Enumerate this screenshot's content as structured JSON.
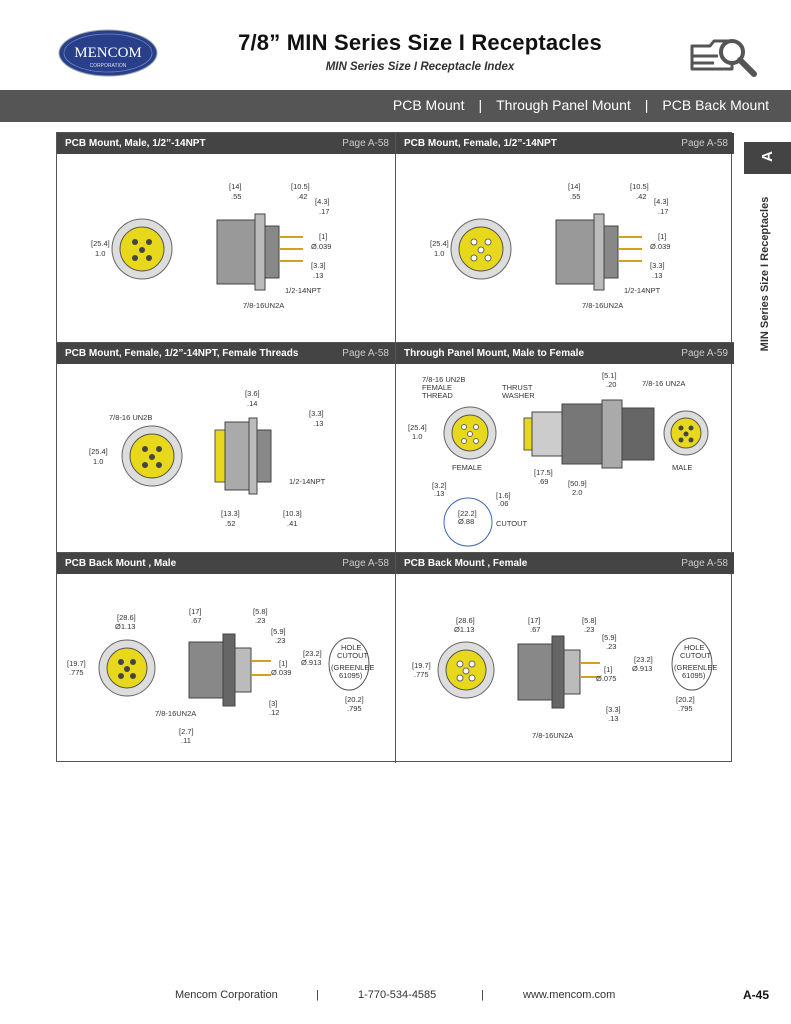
{
  "header": {
    "logo_text": "MENCOM",
    "logo_subtext": "CORPORATION",
    "title": "7/8” MIN Series Size I Receptacles",
    "subtitle": "MIN Series Size I Receptacle Index"
  },
  "nav": {
    "items": [
      "PCB Mount",
      "Through Panel Mount",
      "PCB Back Mount"
    ],
    "separator": "|"
  },
  "side_tab": {
    "letter": "A",
    "label": "MIN Series Size I Receptacles"
  },
  "cells": [
    {
      "title": "PCB Mount, Male,  1/2”-14NPT",
      "page": "Page A-58",
      "labels": [
        "[14]",
        ".55",
        "[10.5]",
        ".42",
        "[4.3]",
        ".17",
        "[25.4]",
        "1.0",
        "[1]",
        "Ø.039",
        "[3.3]",
        ".13",
        "1/2-14NPT",
        "7/8-16UN2A"
      ]
    },
    {
      "title": "PCB Mount, Female,  1/2”-14NPT",
      "page": "Page A-58",
      "labels": [
        "[14]",
        ".55",
        "[10.5]",
        ".42",
        "[4.3]",
        ".17",
        "[25.4]",
        "1.0",
        "[1]",
        "Ø.039",
        "[3.3]",
        ".13",
        "1/2-14NPT",
        "7/8-16UN2A"
      ]
    },
    {
      "title": "PCB Mount, Female,  1/2”-14NPT, Female Threads",
      "page": "Page A-58",
      "labels": [
        "7/8-16 UN2B",
        "[3.6]",
        ".14",
        "[3.3]",
        ".13",
        "[25.4]",
        "1.0",
        "1/2-14NPT",
        "[13.3]",
        ".52",
        "[10.3]",
        ".41"
      ]
    },
    {
      "title": "Through Panel Mount, Male to Female",
      "page": "Page A-59",
      "labels": [
        "7/8-16 UN2B",
        "FEMALE",
        "THREAD",
        "THRUST",
        "WASHER",
        "[5.1]",
        ".20",
        "7/8-16 UN2A",
        "[25.4]",
        "1.0",
        "FEMALE",
        "MALE",
        "[17.5]",
        ".69",
        "[50.9]",
        "2.0",
        "[3.2]",
        ".13",
        "[1.6]",
        ".06",
        "[22.2]",
        "Ø.88",
        "CUTOUT"
      ]
    },
    {
      "title": "PCB Back Mount , Male",
      "page": "Page A-58",
      "labels": [
        "[28.6]",
        "Ø1.13",
        "[17]",
        ".67",
        "[5.8]",
        ".23",
        "[5.9]",
        ".23",
        "[19.7]",
        ".775",
        "[1]",
        "Ø.039",
        "[23.2]",
        "Ø.913",
        "HOLE",
        "CUTOUT",
        "(GREENLEE",
        "61095)",
        "[20.2]",
        ".795",
        "[3]",
        ".12",
        "7/8-16UN2A",
        "[2.7]",
        ".11"
      ]
    },
    {
      "title": "PCB Back Mount , Female",
      "page": "Page A-58",
      "labels": [
        "[28.6]",
        "Ø1.13",
        "[17]",
        ".67",
        "[5.8]",
        ".23",
        "[5.9]",
        ".23",
        "[19.7]",
        ".775",
        "[1]",
        "Ø.075",
        "[23.2]",
        "Ø.913",
        "HOLE",
        "CUTOUT",
        "(GREENLEE",
        "61095)",
        "[20.2]",
        ".795",
        "[3.3]",
        ".13",
        "7/8-16UN2A"
      ]
    }
  ],
  "footer": {
    "company": "Mencom Corporation",
    "phone": "1-770-534-4585",
    "web": "www.mencom.com",
    "sep": "|",
    "page": "A-45"
  },
  "colors": {
    "header_bar": "#555555",
    "connector_yellow": "#e8d81c",
    "dark_tab": "#444444"
  }
}
